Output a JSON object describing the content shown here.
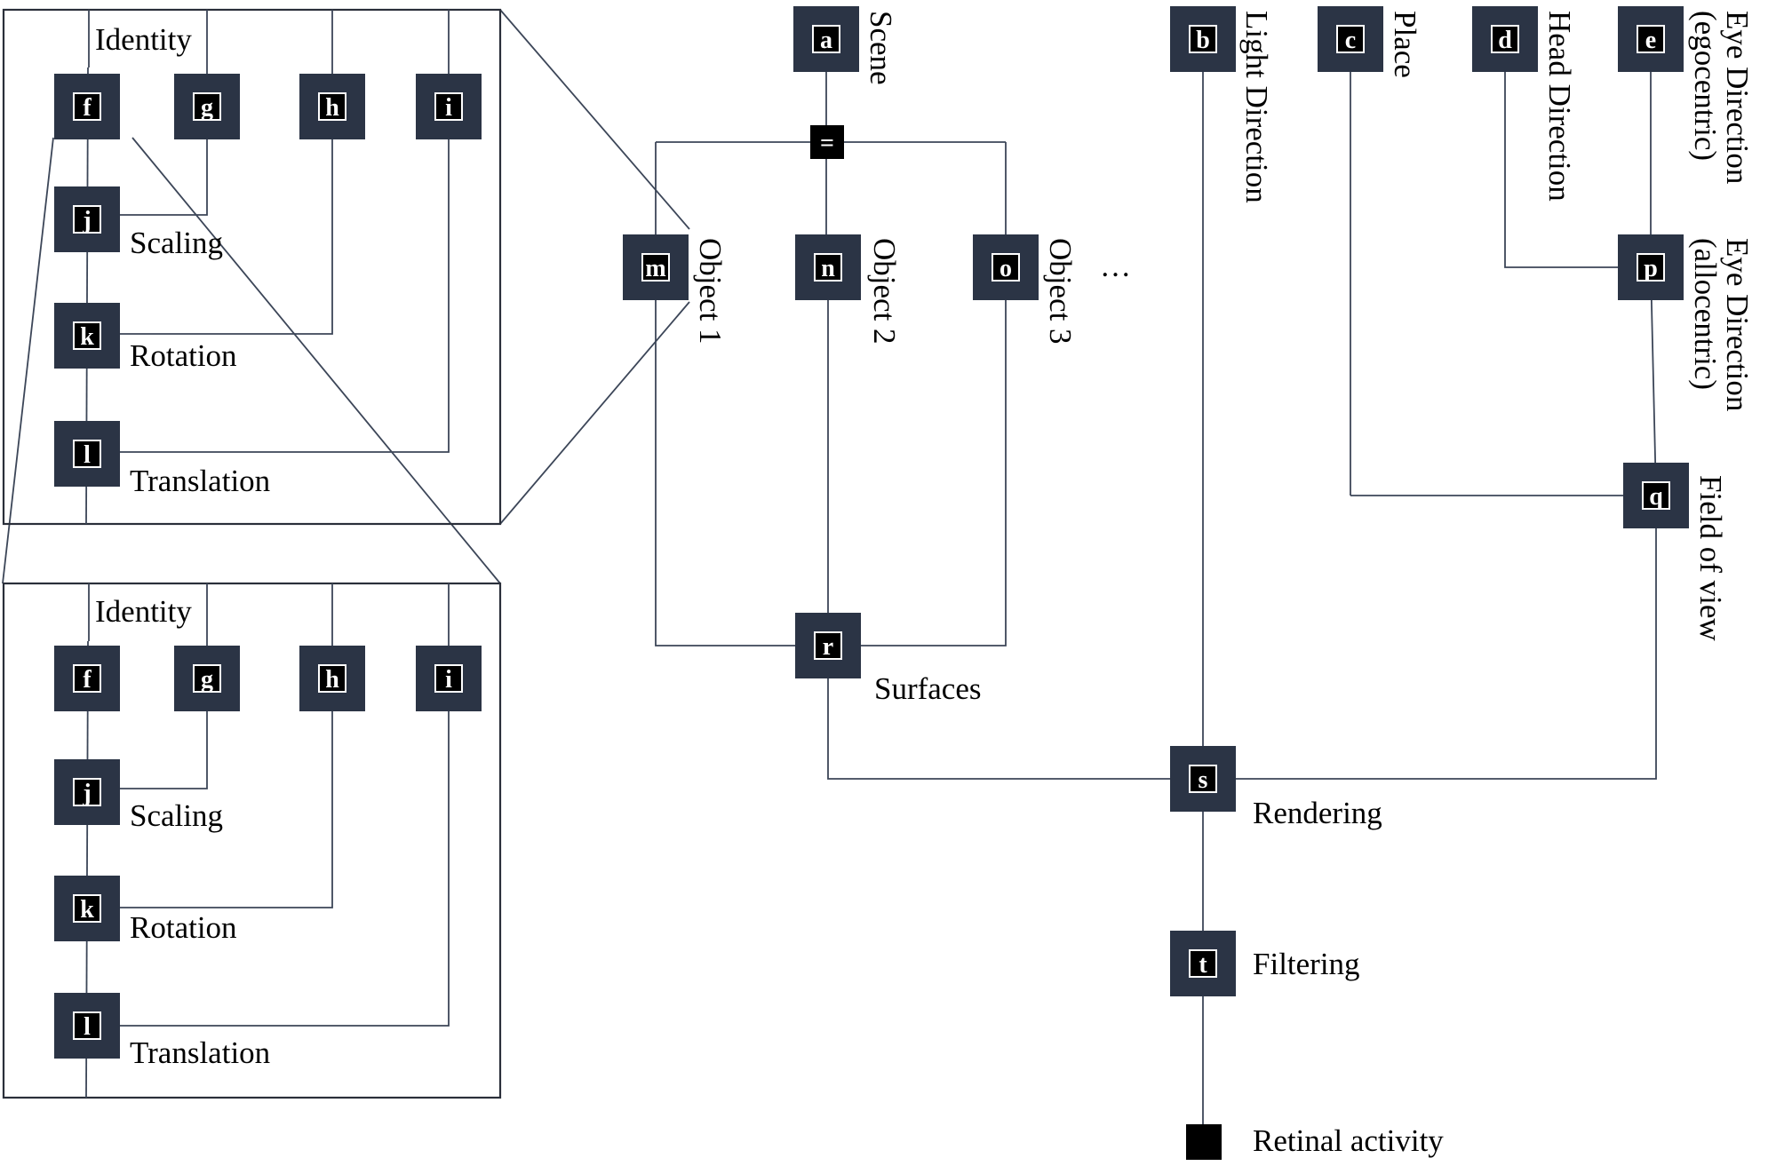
{
  "nodes": {
    "a": "a",
    "b": "b",
    "c": "c",
    "d": "d",
    "e": "e",
    "f": "f",
    "g": "g",
    "h": "h",
    "i": "i",
    "j": "j",
    "k": "k",
    "l": "l",
    "m": "m",
    "n": "n",
    "o": "o",
    "p": "p",
    "q": "q",
    "r": "r",
    "s": "s",
    "t": "t",
    "eq": "="
  },
  "labels": {
    "scene": "Scene",
    "light_direction": "Light Direction",
    "place": "Place",
    "head_direction": "Head Direction",
    "eye_direction_ego": "Eye Direction",
    "egocentric": "(egocentric)",
    "eye_direction_allo": "Eye Direction",
    "allocentric": "(allocentric)",
    "object1": "Object 1",
    "object2": "Object 2",
    "object3": "Object 3",
    "ellipsis": "…",
    "field_of_view": "Field of view",
    "surfaces": "Surfaces",
    "rendering": "Rendering",
    "filtering": "Filtering",
    "retinal_activity": "Retinal activity",
    "identity": "Identity",
    "scaling": "Scaling",
    "rotation": "Rotation",
    "translation": "Translation"
  }
}
